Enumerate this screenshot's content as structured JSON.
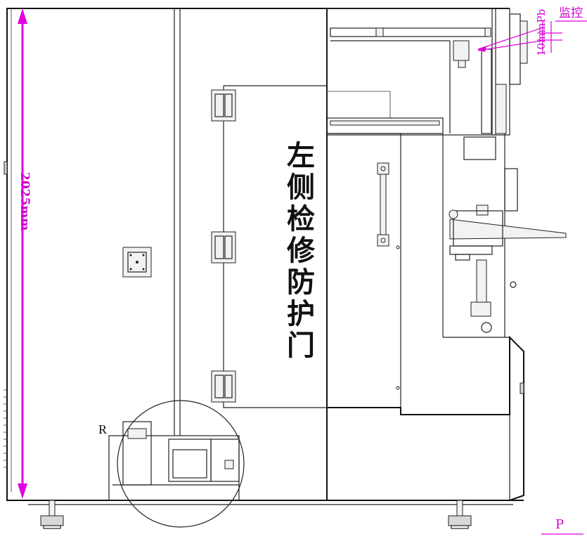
{
  "door_label": "左侧检修防护门",
  "dimension": {
    "value": "2025mm"
  },
  "shielding": {
    "thickness": "10mmPb",
    "label": "监控"
  },
  "detail_marker": "R",
  "bottom_right_marker": "P",
  "colors": {
    "dimension_line": "#e000e0",
    "drawing_line": "#222222"
  }
}
